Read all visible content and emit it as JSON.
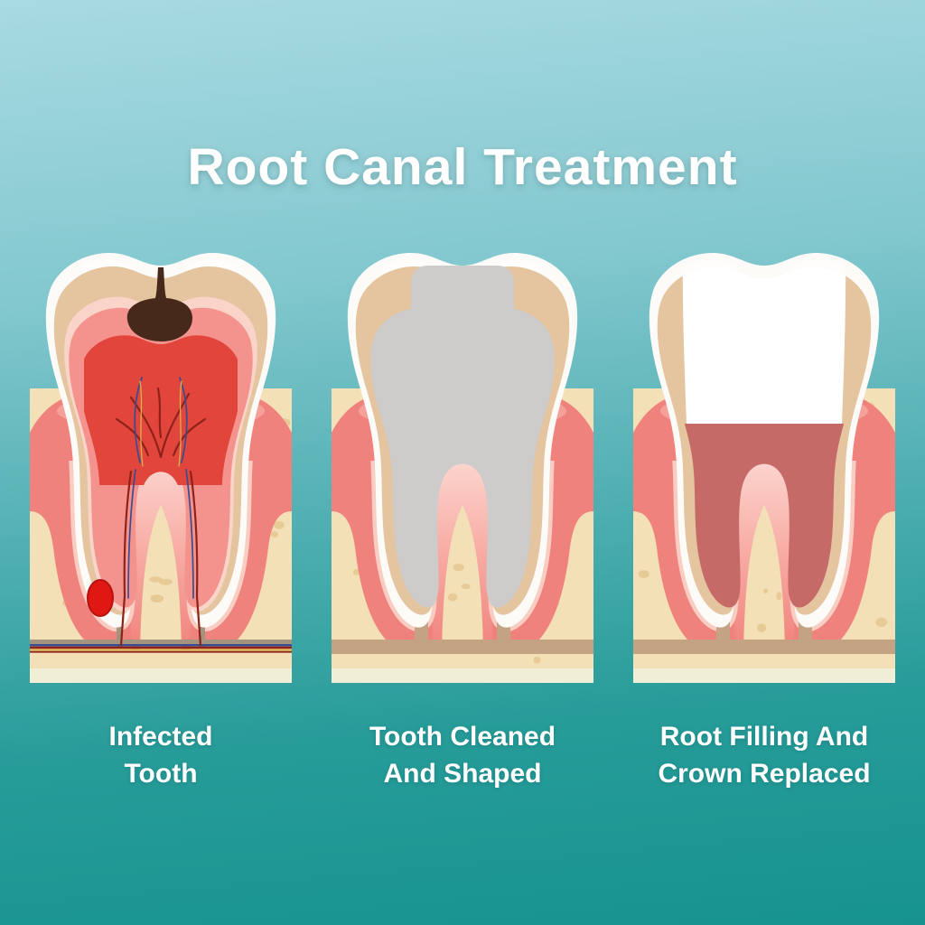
{
  "title": {
    "text": "Root Canal Treatment"
  },
  "stages": [
    {
      "name": "infected-tooth",
      "variant": "infected",
      "label_lines": [
        "Infected",
        "Tooth"
      ]
    },
    {
      "name": "tooth-cleaned-shaped",
      "variant": "cleaned",
      "label_lines": [
        "Tooth Cleaned",
        "And Shaped"
      ]
    },
    {
      "name": "root-filling-crown",
      "variant": "filled",
      "label_lines": [
        "Root Filling And",
        "Crown Replaced"
      ]
    }
  ],
  "palette": {
    "background_top": "#a8dae2",
    "background_bottom": "#17938f",
    "text": "#ffffff",
    "enamel": "#fcfbf8",
    "crown_white": "#ffffff",
    "dentin": "#e5c4a0",
    "bone": "#f4e0b6",
    "bone_spot": "#e4c68f",
    "bone_strip": "#f0eed6",
    "gum": "#f0827e",
    "gum_light": "#f6a39d",
    "gum_pale": "#f9cdc1",
    "pulp": "#f4938d",
    "pulp_lining": "#fad4c9",
    "pulp_red": "#e1453b",
    "vessel_red": "#8e2219",
    "vessel_blue": "#3a4c91",
    "vessel_yellow": "#d9b250",
    "cavity": "#46291a",
    "abscess": "#e11714",
    "abscess_dark": "#b51210",
    "cleaned_gray": "#cdcccb",
    "filling": "#c66a67",
    "channel": "#c3a383",
    "band_gray": "#a3937f"
  }
}
